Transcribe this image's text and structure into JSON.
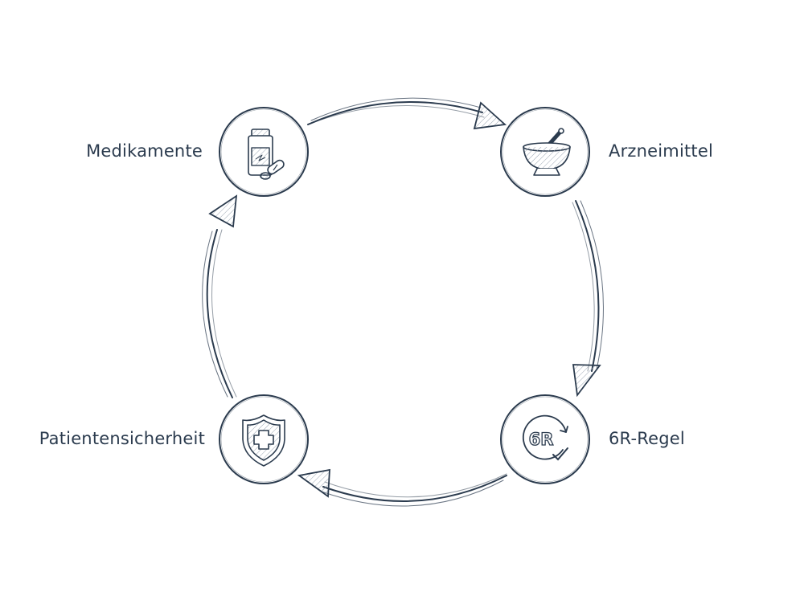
{
  "diagram": {
    "nodes": [
      {
        "id": "medikamente",
        "label": "Medikamente",
        "icon": "pill-bottle-icon"
      },
      {
        "id": "arzneimittel",
        "label": "Arzneimittel",
        "icon": "mortar-pestle-icon"
      },
      {
        "id": "6r-regel",
        "label": "6R-Regel",
        "icon": "6r-check-icon",
        "icon_text": "6R"
      },
      {
        "id": "patientensicherheit",
        "label": "Patientensicherheit",
        "icon": "shield-cross-icon"
      }
    ],
    "edges": [
      {
        "from": "medikamente",
        "to": "arzneimittel"
      },
      {
        "from": "arzneimittel",
        "to": "6r-regel"
      },
      {
        "from": "6r-regel",
        "to": "patientensicherheit"
      },
      {
        "from": "patientensicherheit",
        "to": "medikamente"
      }
    ],
    "colors": {
      "stroke": "#2b3b4e",
      "hatch": "#9aa5b2",
      "background": "#ffffff"
    }
  }
}
